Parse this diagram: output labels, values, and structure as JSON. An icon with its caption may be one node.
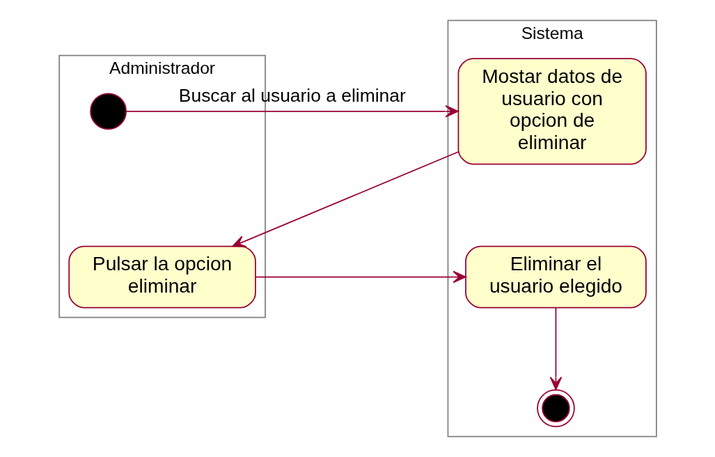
{
  "diagram": {
    "nodes": [
      {
        "text": [
          "Administrador"
        ]
      },
      {
        "text": [
          "Sistema"
        ]
      },
      {
        "text": [],
        "shape": "circle",
        "in": 0
      },
      {
        "text": [
          "Mostar datos de usuario con opcion de eliminar"
        ],
        "in": 1
      },
      {
        "text": [
          "Pulsar la opcion eliminar"
        ],
        "in": 0
      },
      {
        "text": [
          "Eliminar el usuario elegido"
        ],
        "in": 1
      },
      {
        "text": [],
        "shape": "circle",
        "in": 1
      }
    ],
    "edges": [
      {
        "from": 2,
        "to": 3,
        "arrow": "to",
        "label": "Buscar al usuario a eliminar"
      },
      {
        "from": 3,
        "to": 4,
        "arrow": "to"
      },
      {
        "from": 4,
        "to": 5,
        "arrow": "to"
      },
      {
        "from": 5,
        "to": 6,
        "arrow": "to"
      }
    ]
  }
}
